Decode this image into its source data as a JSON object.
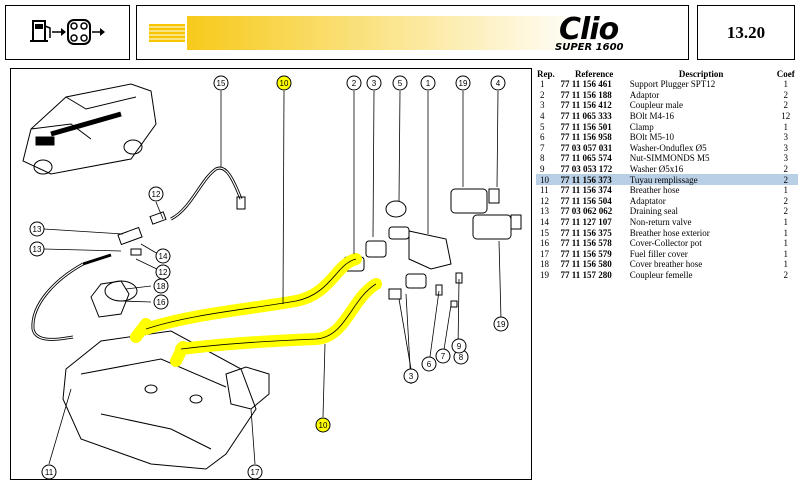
{
  "header": {
    "brand_logo": "Clio",
    "brand_sub": "SUPER 1600",
    "page_number": "13.20",
    "icon": "fuel-system-icon"
  },
  "diagram": {
    "callouts": [
      "15",
      "10",
      "2",
      "3",
      "5",
      "1",
      "19",
      "4",
      "12",
      "13",
      "13",
      "14",
      "12",
      "18",
      "16",
      "11",
      "17",
      "10",
      "6",
      "7",
      "8",
      "9",
      "3",
      "19"
    ],
    "highlight_color": "#ffff00"
  },
  "parts": {
    "headers": {
      "rep": "Rep.",
      "reference": "Reference",
      "description": "Description",
      "coef": "Coef"
    },
    "rows": [
      {
        "rep": "1",
        "reference": "77 11 156 461",
        "description": "Support Plugger SPT12",
        "coef": "1"
      },
      {
        "rep": "2",
        "reference": "77 11 156 188",
        "description": "Adaptor",
        "coef": "2"
      },
      {
        "rep": "3",
        "reference": "77 11 156 412",
        "description": "Coupleur male",
        "coef": "2"
      },
      {
        "rep": "4",
        "reference": "77 11 065 333",
        "description": "BOlt M4-16",
        "coef": "12"
      },
      {
        "rep": "5",
        "reference": "77 11 156 501",
        "description": "Clamp",
        "coef": "1"
      },
      {
        "rep": "6",
        "reference": "77 11 156 958",
        "description": "BOlt M5-10",
        "coef": "3"
      },
      {
        "rep": "7",
        "reference": "77 03 057 031",
        "description": "Washer-Onduflex Ø5",
        "coef": "3"
      },
      {
        "rep": "8",
        "reference": "77 11 065 574",
        "description": "Nut-SIMMONDS M5",
        "coef": "3"
      },
      {
        "rep": "9",
        "reference": "77 03 053 172",
        "description": "Washer Ø5x16",
        "coef": "2"
      },
      {
        "rep": "10",
        "reference": "77 11 156 373",
        "description": "Tuyau remplissage",
        "coef": "2"
      },
      {
        "rep": "11",
        "reference": "77 11 156 374",
        "description": "Breather hose",
        "coef": "1"
      },
      {
        "rep": "12",
        "reference": "77 11 156 504",
        "description": "Adaptator",
        "coef": "2"
      },
      {
        "rep": "13",
        "reference": "77 03 062 062",
        "description": "Draining seal",
        "coef": "2"
      },
      {
        "rep": "14",
        "reference": "77 11 127 107",
        "description": "Non-return valve",
        "coef": "1"
      },
      {
        "rep": "15",
        "reference": "77 11 156 375",
        "description": "Breather hose exterior",
        "coef": "1"
      },
      {
        "rep": "16",
        "reference": "77 11 156 578",
        "description": "Cover-Collector pot",
        "coef": "1"
      },
      {
        "rep": "17",
        "reference": "77 11 156 579",
        "description": "Fuel filler cover",
        "coef": "1"
      },
      {
        "rep": "18",
        "reference": "77 11 156 580",
        "description": "Cover breather hose",
        "coef": "1"
      },
      {
        "rep": "19",
        "reference": "77 11 157 280",
        "description": "Coupleur femelle",
        "coef": "2"
      }
    ],
    "highlighted_rep": "10"
  }
}
